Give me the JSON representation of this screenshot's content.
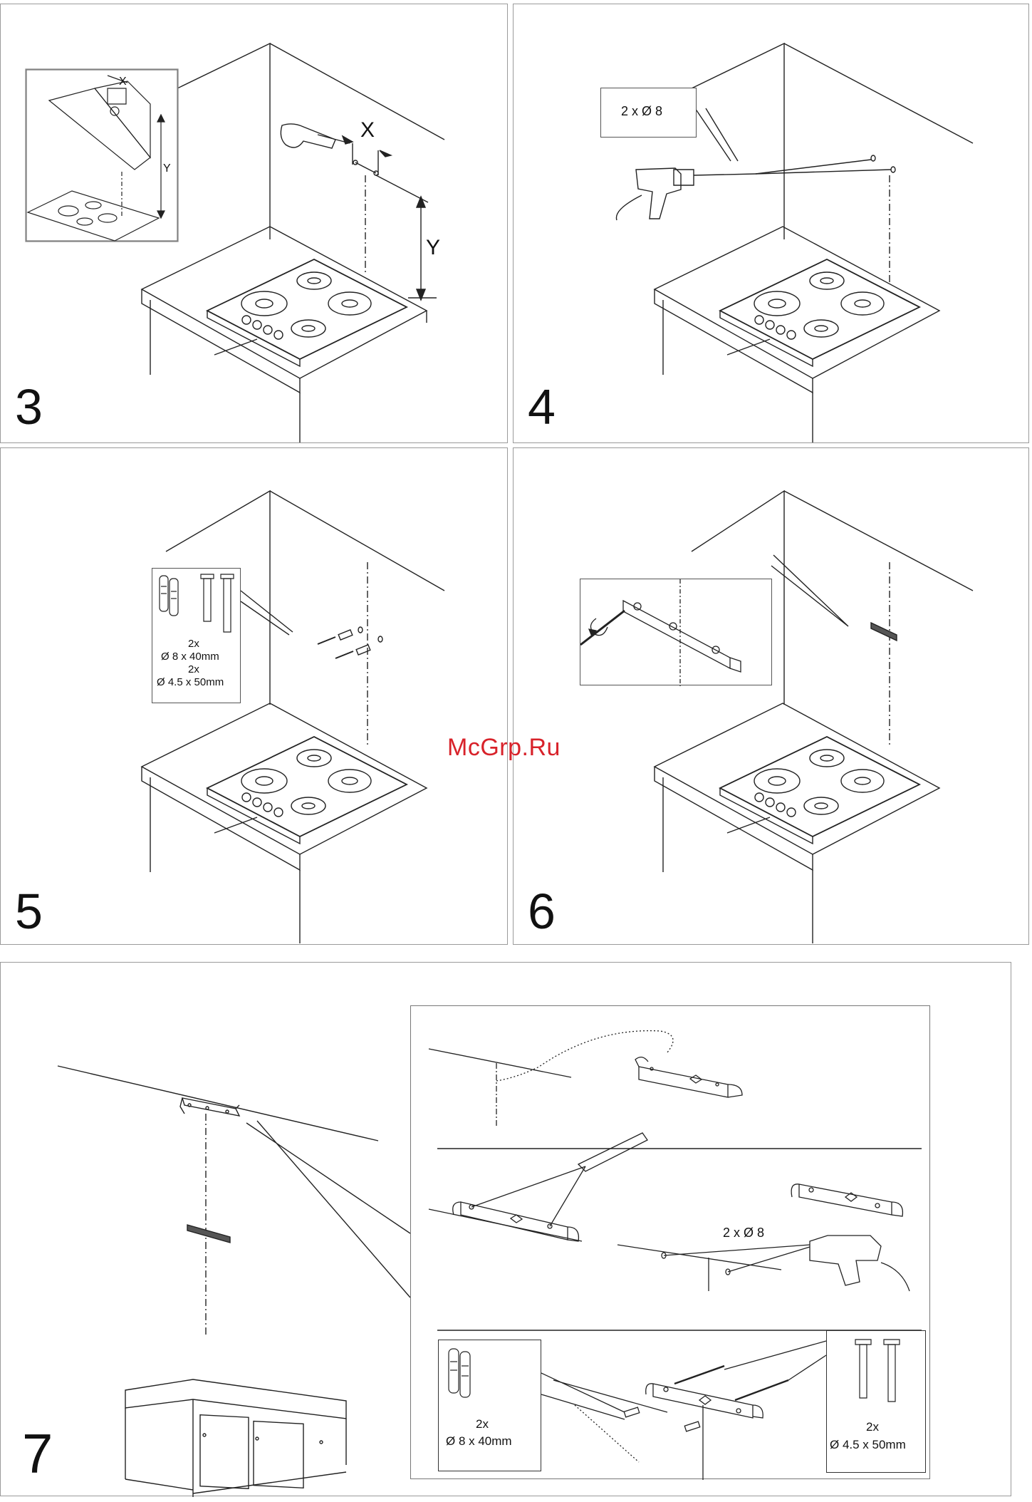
{
  "watermark": "McGrp.Ru",
  "steps": {
    "s3": {
      "number": "3",
      "label_x_small": "X",
      "label_y_small": "Y",
      "label_x": "X",
      "label_y": "Y"
    },
    "s4": {
      "number": "4",
      "callout": "2 x Ø 8"
    },
    "s5": {
      "number": "5",
      "line1": "2x",
      "line2": "Ø 8 x 40mm",
      "line3": "2x",
      "line4": "Ø 4.5 x 50mm"
    },
    "s6": {
      "number": "6"
    },
    "s7": {
      "number": "7",
      "drill_label": "2 x Ø 8",
      "plugs_qty": "2x",
      "plugs_size": "Ø 8 x 40mm",
      "screws_qty": "2x",
      "screws_size": "Ø 4.5 x 50mm"
    }
  }
}
